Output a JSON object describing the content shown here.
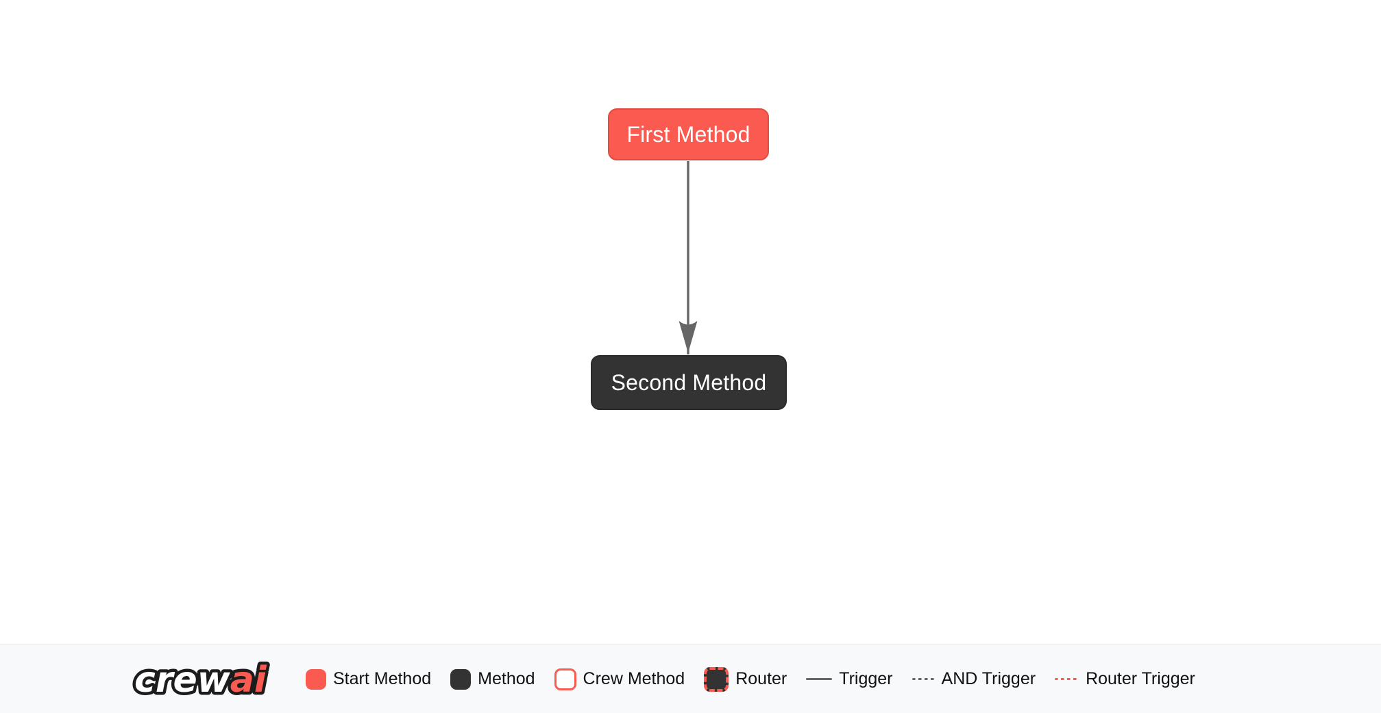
{
  "diagram": {
    "nodes": [
      {
        "id": "first_method",
        "label": "First Method",
        "type": "start-method"
      },
      {
        "id": "second_method",
        "label": "Second Method",
        "type": "method"
      }
    ],
    "edges": [
      {
        "from": "first_method",
        "to": "second_method",
        "type": "trigger"
      }
    ]
  },
  "footer": {
    "logo": {
      "crew": "crew",
      "ai": "ai"
    },
    "legend": [
      {
        "label": "Start Method",
        "kind": "start-node-swatch"
      },
      {
        "label": "Method",
        "kind": "method-node-swatch"
      },
      {
        "label": "Crew Method",
        "kind": "crew-node-swatch"
      },
      {
        "label": "Router",
        "kind": "router-node-swatch"
      },
      {
        "label": "Trigger",
        "kind": "solid-line"
      },
      {
        "label": "AND Trigger",
        "kind": "dashed-line"
      },
      {
        "label": "Router Trigger",
        "kind": "dashed-red-line"
      }
    ]
  },
  "colors": {
    "start_node": "#FB5A50",
    "start_node_border": "#E04B41",
    "method_node": "#333333",
    "node_text": "#FFFFFF",
    "edge": "#666666",
    "footer_bg": "#F8F9FA",
    "legend_text": "#111111"
  }
}
